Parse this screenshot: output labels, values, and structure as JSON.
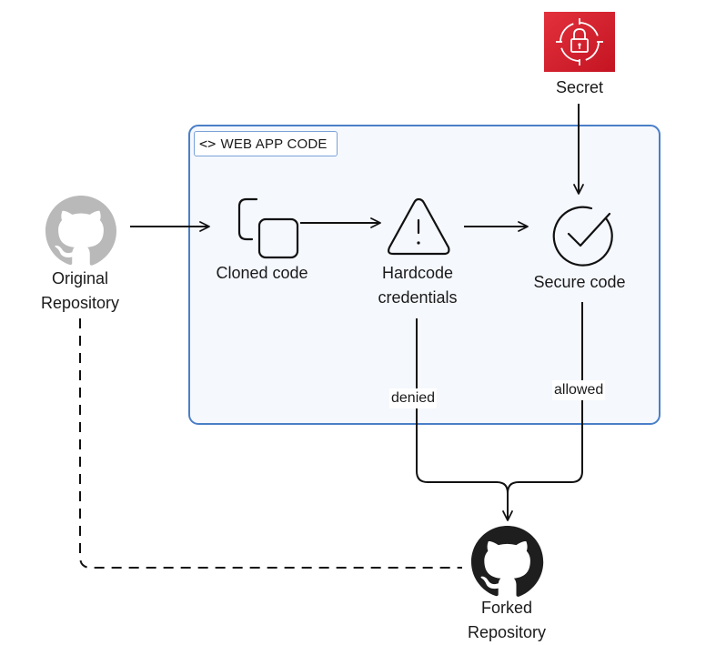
{
  "group": {
    "label": "WEB APP CODE",
    "icon": "code-brackets-icon"
  },
  "nodes": {
    "original_repo": {
      "label_line1": "Original",
      "label_line2": "Repository",
      "icon": "github-icon"
    },
    "cloned_code": {
      "label": "Cloned code",
      "icon": "copy-icon"
    },
    "hardcode_credentials": {
      "label_line1": "Hardcode",
      "label_line2": "credentials",
      "icon": "warning-triangle-icon"
    },
    "secure_code": {
      "label": "Secure code",
      "icon": "check-circle-icon"
    },
    "secret": {
      "label": "Secret",
      "icon": "lock-target-icon"
    },
    "forked_repo": {
      "label_line1": "Forked",
      "label_line2": "Repository",
      "icon": "github-icon"
    }
  },
  "edges": {
    "denied": "denied",
    "allowed": "allowed"
  },
  "colors": {
    "group_border": "#4a7fc7",
    "group_fill": "#f5f8fd",
    "github_light": "#b9b9b9",
    "github_dark": "#1e1e1e",
    "secret_red": "#d8202f"
  }
}
